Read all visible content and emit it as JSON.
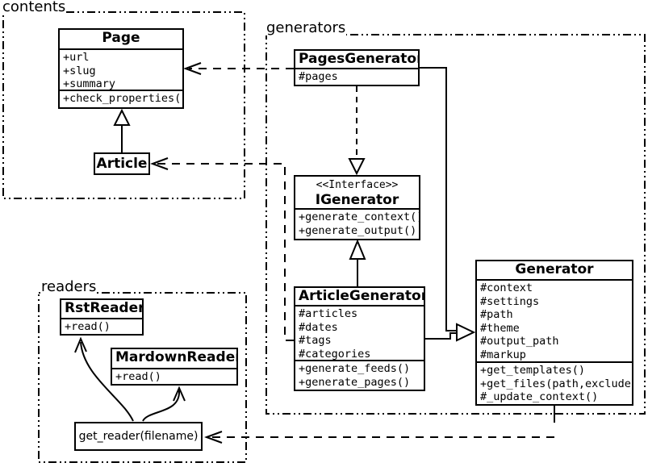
{
  "diagram": {
    "colors": {
      "line": "#000000",
      "background": "#ffffff",
      "box_fill": "#ffffff"
    },
    "packages": {
      "contents": {
        "label": "contents"
      },
      "generators": {
        "label": "generators"
      },
      "readers": {
        "label": "readers"
      }
    },
    "classes": {
      "page": {
        "title": "Page",
        "attrs": [
          "+url",
          "+slug",
          "+summary"
        ],
        "methods": [
          "+check_properties()"
        ]
      },
      "article": {
        "title": "Article"
      },
      "pages_generator": {
        "title": "PagesGenerator",
        "attrs": [
          "#pages"
        ]
      },
      "igenerator": {
        "stereotype": "<<Interface>>",
        "title": "IGenerator",
        "methods": [
          "+generate_context()",
          "+generate_output()"
        ]
      },
      "article_generator": {
        "title": "ArticleGenerator",
        "attrs": [
          "#articles",
          "#dates",
          "#tags",
          "#categories"
        ],
        "methods": [
          "+generate_feeds()",
          "+generate_pages()"
        ]
      },
      "generator": {
        "title": "Generator",
        "attrs": [
          "#context",
          "#settings",
          "#path",
          "#theme",
          "#output_path",
          "#markup"
        ],
        "methods": [
          "+get_templates()",
          "+get_files(path,exclude)",
          "#_update_context()"
        ]
      },
      "rst_reader": {
        "title": "RstReader",
        "methods": [
          "+read()"
        ]
      },
      "mardown_reader": {
        "title": "MardownReader",
        "methods": [
          "+read()"
        ]
      },
      "get_reader": {
        "label": "get_reader(filename)"
      }
    }
  }
}
